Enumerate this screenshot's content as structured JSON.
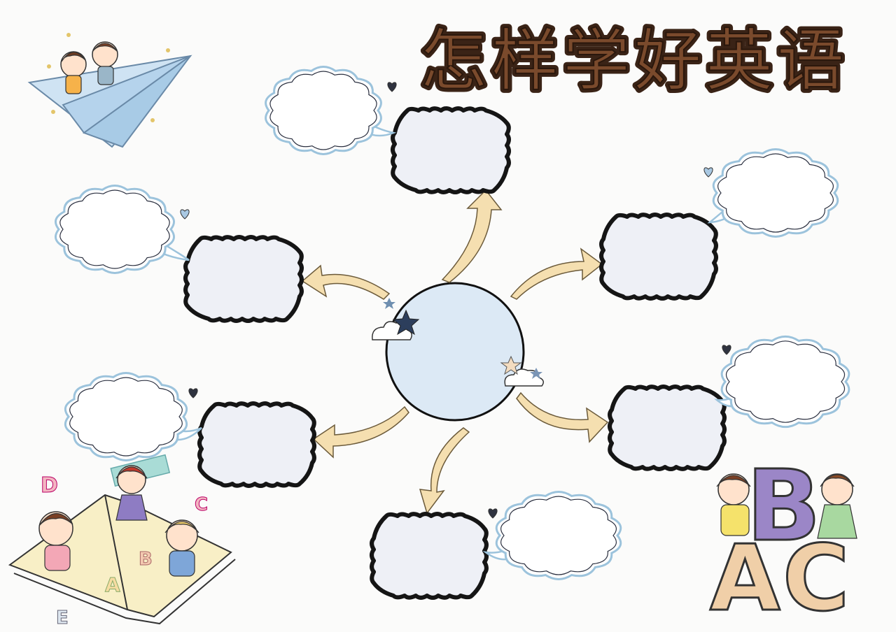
{
  "title": "怎样学好英语",
  "colors": {
    "title_fill": "#7a4a2c",
    "title_outline": "#3a2316",
    "box_fill": "#eef0f6",
    "box_stroke": "#151515",
    "cloud_fill": "#ffffff",
    "cloud_stroke": "#9cc3dc",
    "center_fill": "#dce9f5",
    "arrow_fill": "#f5dfb0",
    "arrow_stroke": "#6b5a3a",
    "heart": "#2f3340"
  },
  "decorations": {
    "book_letters": [
      "D",
      "C",
      "A",
      "B",
      "E"
    ],
    "abc_letters": [
      "B",
      "A",
      "C"
    ]
  },
  "icons": [
    "paper-plane-icon",
    "heart-icon",
    "star-icon",
    "small-cloud-icon",
    "open-book-icon"
  ]
}
